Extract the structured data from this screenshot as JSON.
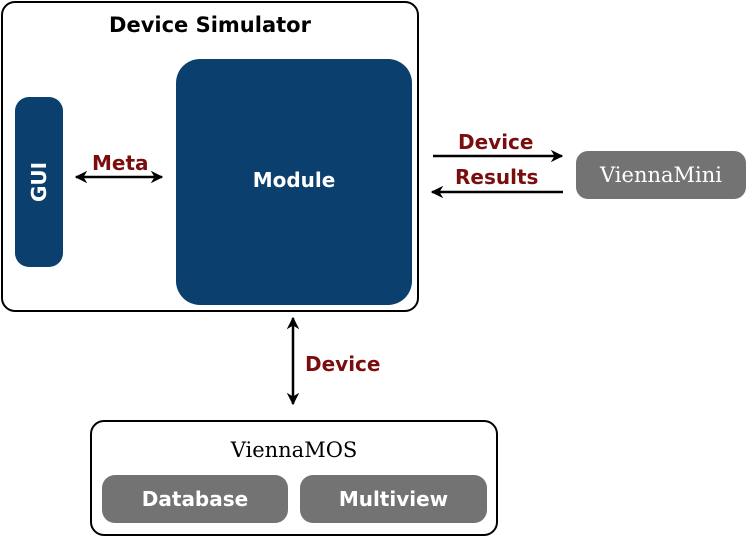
{
  "device_simulator": {
    "title": "Device Simulator"
  },
  "gui": {
    "label": "GUI"
  },
  "module": {
    "label": "Module"
  },
  "edges": {
    "meta": "Meta",
    "device_to_mini": "Device",
    "results_from_mini": "Results",
    "device_to_mos": "Device"
  },
  "vienna_mini": {
    "label": "ViennaMini"
  },
  "vienna_mos": {
    "title": "ViennaMOS",
    "database": "Database",
    "multiview": "Multiview"
  },
  "colors": {
    "node_blue": "#0a3f6e",
    "node_gray": "#737373",
    "edge_label": "#7a0d0d"
  }
}
